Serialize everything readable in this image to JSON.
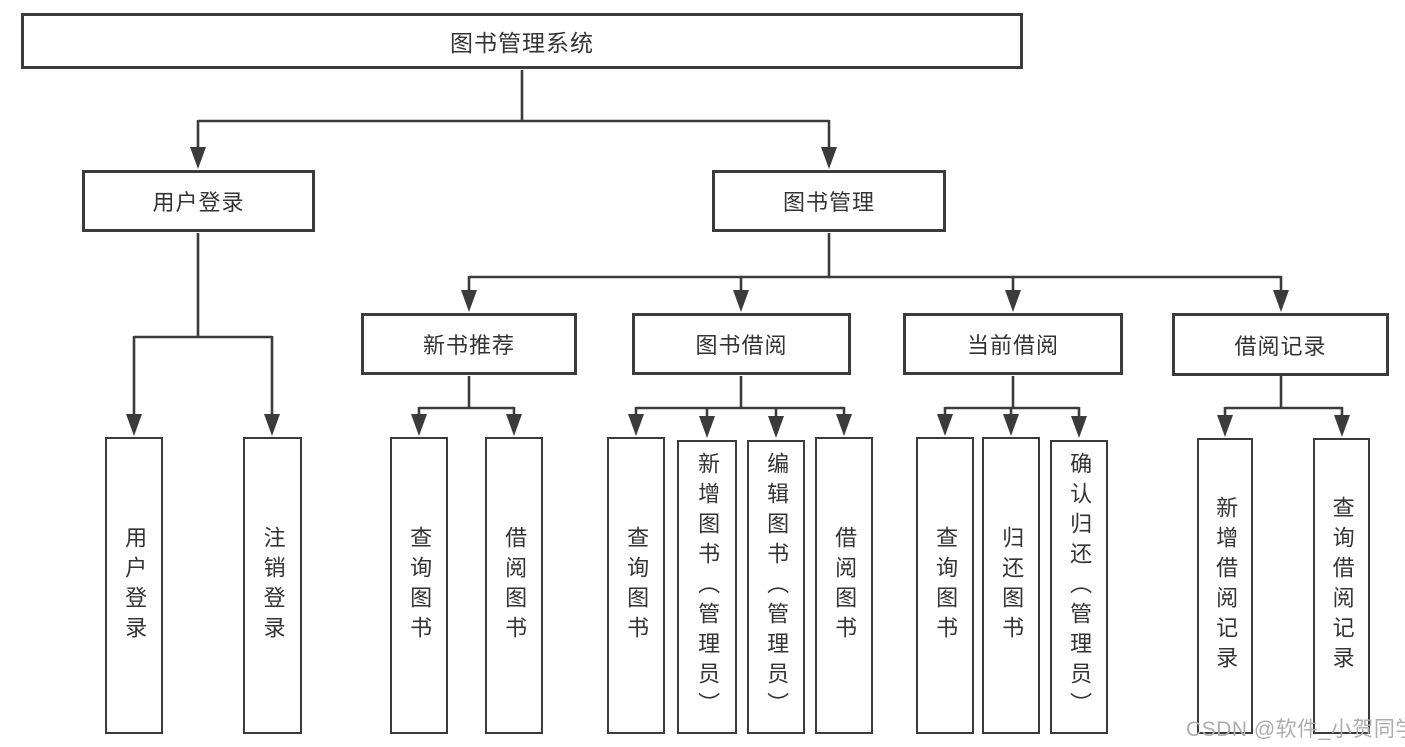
{
  "tree": {
    "label": "图书管理系统",
    "children": [
      {
        "label": "用户登录",
        "children": [
          {
            "label": "用户登录"
          },
          {
            "label": "注销登录"
          }
        ]
      },
      {
        "label": "图书管理",
        "children": [
          {
            "label": "新书推荐",
            "children": [
              {
                "label": "查询图书"
              },
              {
                "label": "借阅图书"
              }
            ]
          },
          {
            "label": "图书借阅",
            "children": [
              {
                "label": "查询图书"
              },
              {
                "label": "新增图书（管理员）"
              },
              {
                "label": "编辑图书（管理员）"
              },
              {
                "label": "借阅图书"
              }
            ]
          },
          {
            "label": "当前借阅",
            "children": [
              {
                "label": "查询图书"
              },
              {
                "label": "归还图书"
              },
              {
                "label": "确认归还（管理员）"
              }
            ]
          },
          {
            "label": "借阅记录",
            "children": [
              {
                "label": "新增借阅记录"
              },
              {
                "label": "查询借阅记录"
              }
            ]
          }
        ]
      }
    ]
  },
  "watermark": {
    "text": "CSDN @软件_小贺同学"
  },
  "colors": {
    "line": "#3b3b3b",
    "text": "#333333",
    "watermark": "#adadad",
    "background": "#ffffff"
  }
}
